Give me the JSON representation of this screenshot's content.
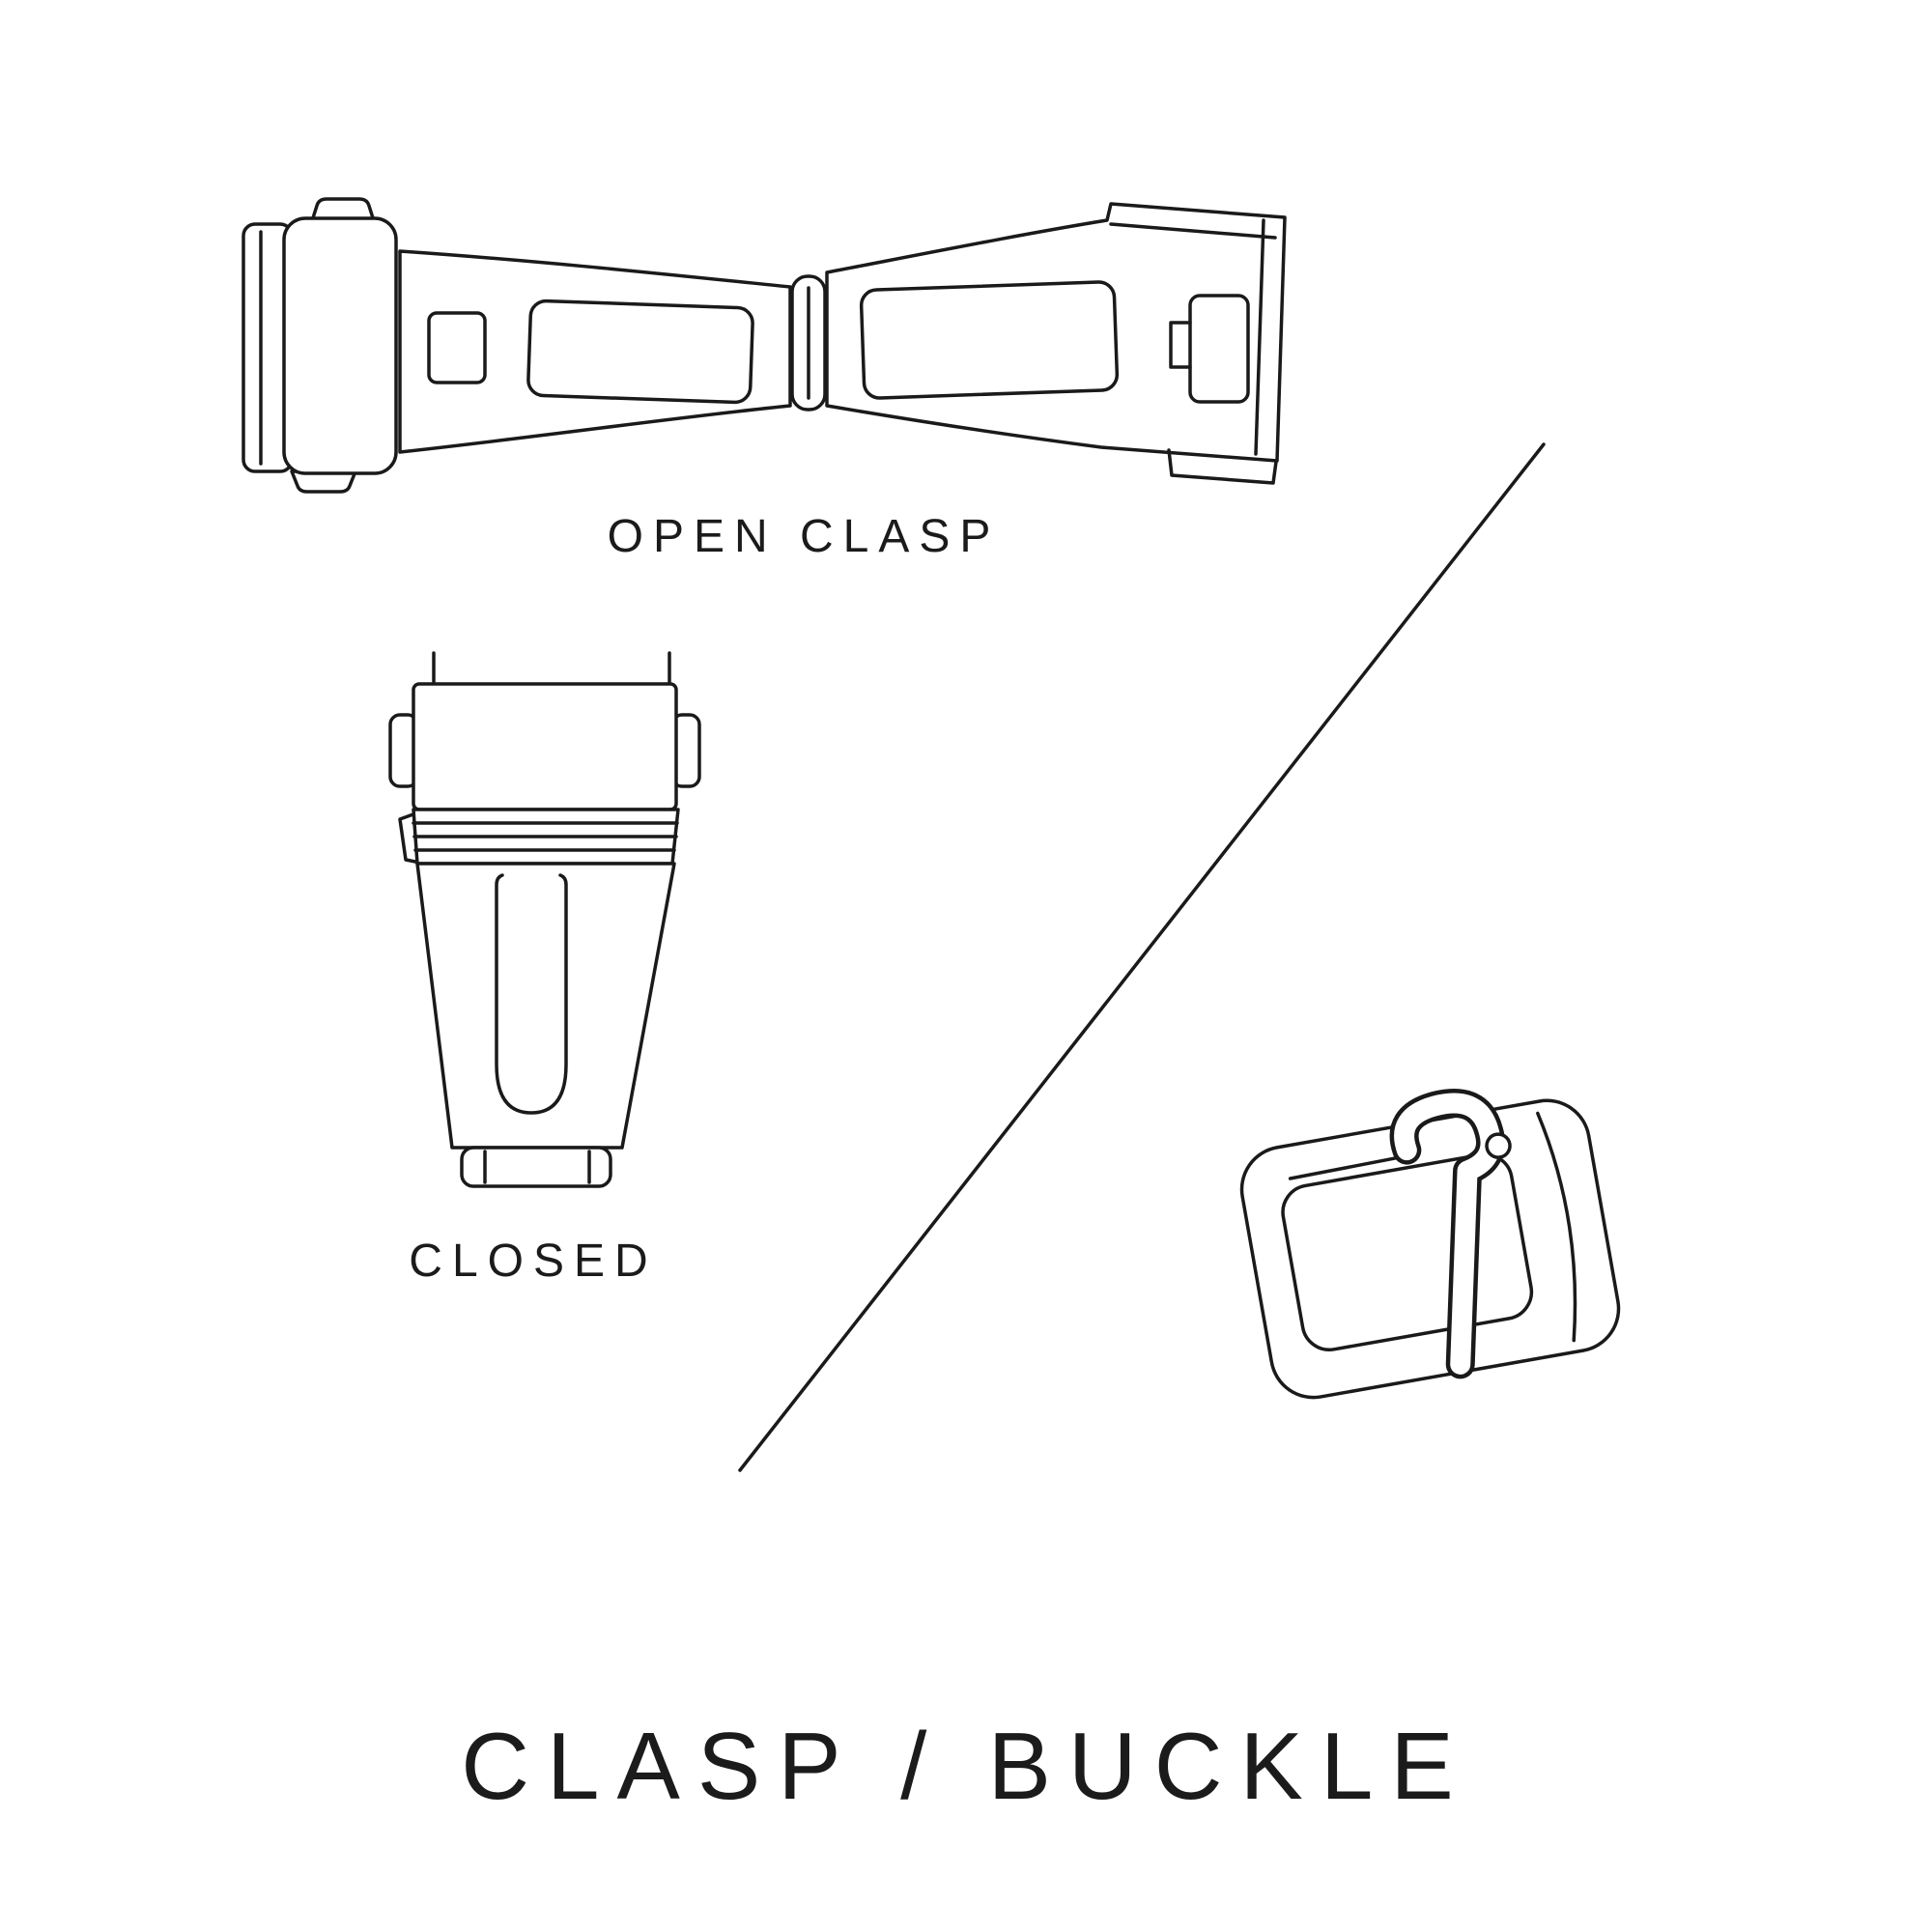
{
  "page": {
    "background_color": "#ffffff",
    "line_color": "#1a1a1a"
  },
  "title": "CLASP / BUCKLE",
  "labels": {
    "open_clasp": "OPEN CLASP",
    "closed": "CLOSED"
  },
  "illustrations": [
    "open-clasp-drawing",
    "closed-clasp-drawing",
    "tang-buckle-drawing",
    "diagonal-divider-line"
  ]
}
